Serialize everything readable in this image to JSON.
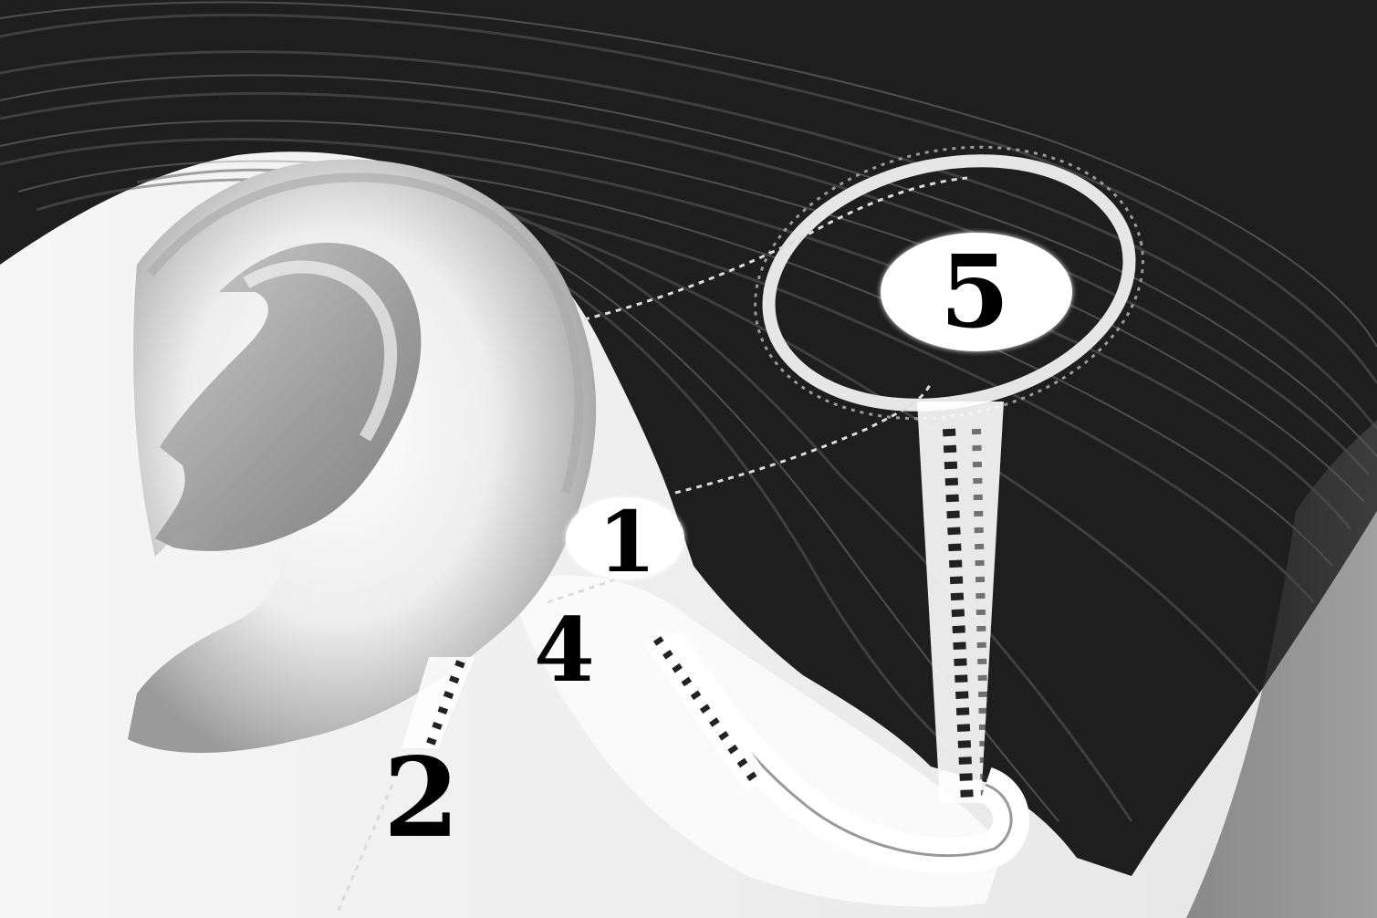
{
  "diagram": {
    "markers": [
      {
        "id": "1",
        "label": "1"
      },
      {
        "id": "2",
        "label": "2"
      },
      {
        "id": "4",
        "label": "4"
      },
      {
        "id": "5",
        "label": "5"
      }
    ]
  },
  "colors": {
    "hair_dark": "#1a1a1a",
    "hair_mid": "#3a3a3a",
    "skin": "#f2f2f2",
    "ear_shadow": "#8a8a8a",
    "dotted_line": "#d8d8d8",
    "label_text": "#000000",
    "badge_bg": "#ffffff"
  }
}
